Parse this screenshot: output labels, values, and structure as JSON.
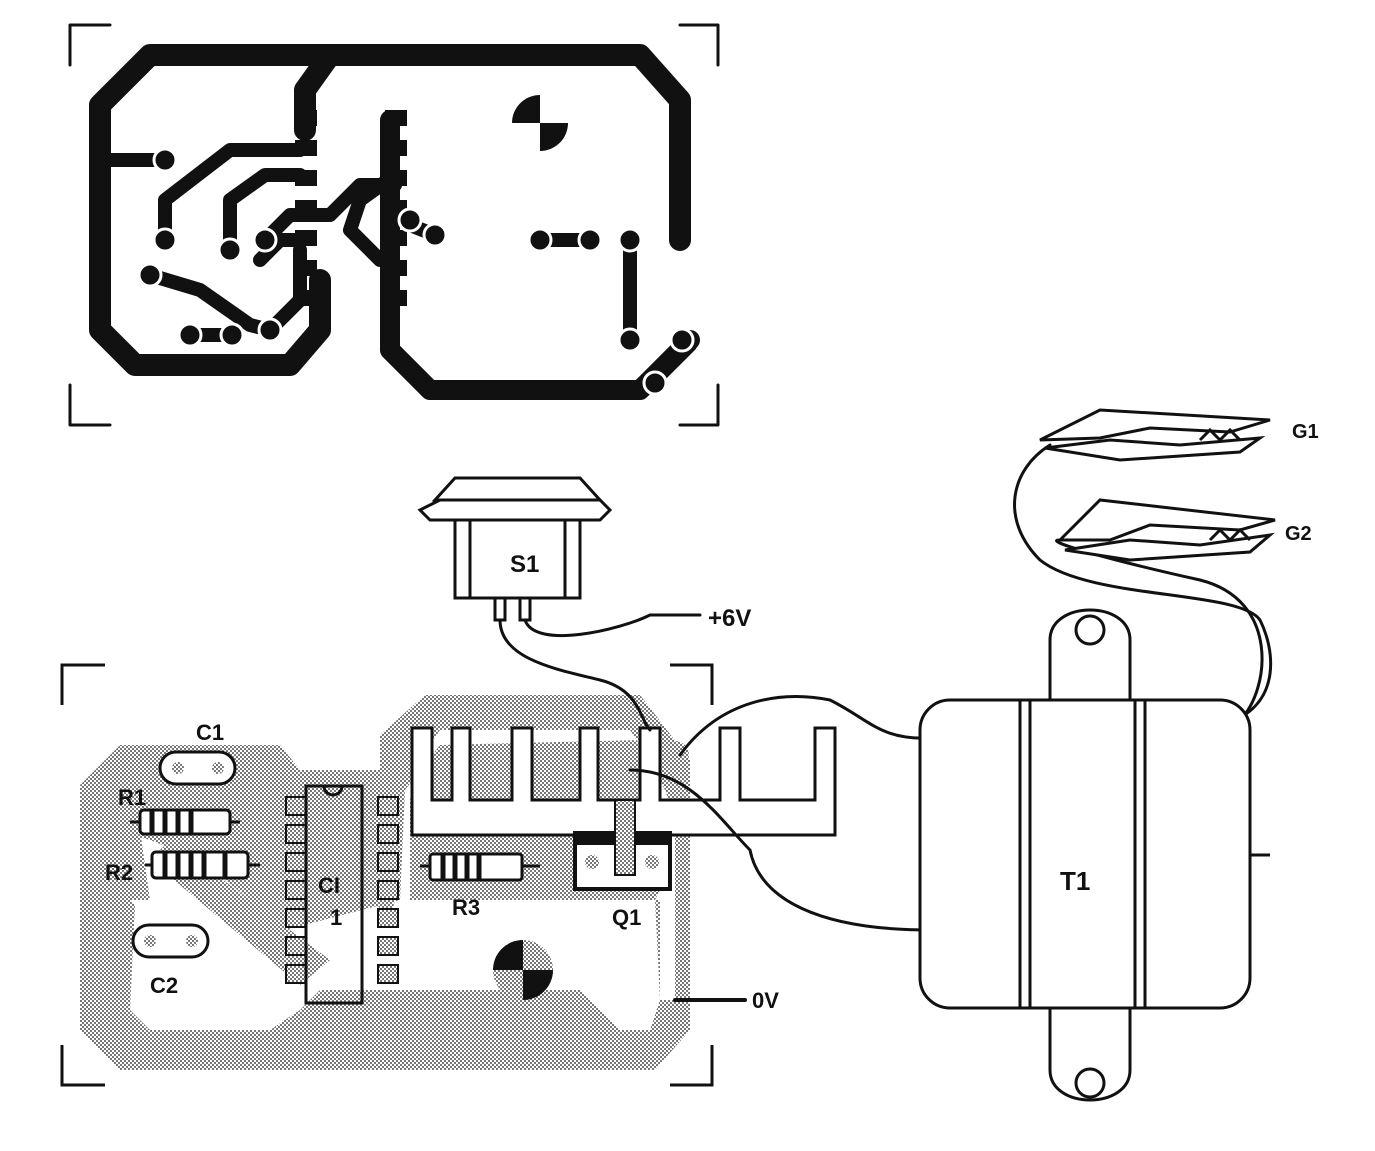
{
  "figure": {
    "type": "pcb-layout-and-assembly-diagram",
    "labels": {
      "g1": "G1",
      "g2": "G2",
      "s1": "S1",
      "plus6v": "+6V",
      "zero_v": "0V",
      "t1": "T1",
      "c1": "C1",
      "c2": "C2",
      "r1": "R1",
      "r2": "R2",
      "r3": "R3",
      "ci1": "CI",
      "ci1_num": "1",
      "q1": "Q1"
    },
    "colors": {
      "ink": "#111111",
      "copper_hatch": "#9a9a9a",
      "paper": "#ffffff"
    }
  }
}
